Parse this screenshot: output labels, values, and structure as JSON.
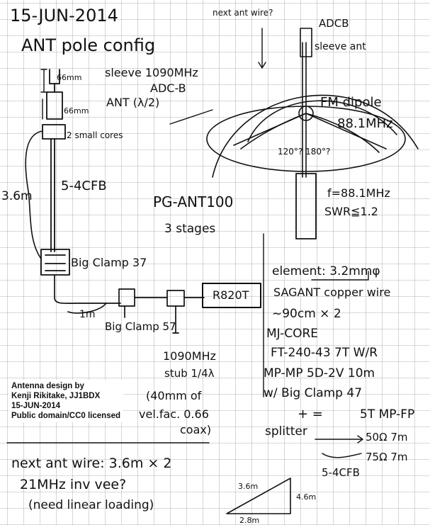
{
  "date_heading": "15-JUN-2014",
  "title": "ANT pole config",
  "top_note": "next ant wire?",
  "adcb_label": "ADCB",
  "sleeve_ant_label": "sleeve ant",
  "dim_a": "66mm",
  "dim_b": "66mm",
  "sleeve_freq": "sleeve 1090MHz",
  "sleeve_model": "ADC-B",
  "ant_half_wave": "ANT (λ/2)",
  "small_cores": "2 small cores",
  "cable_5c4": "5-4CFB",
  "pole_length": "3.6m",
  "big_clamp_top": "Big Clamp 37",
  "fm_dipole": "FM dipole",
  "fm_freq": "88.1MHz",
  "center_note": "120°? 180°?",
  "balun_freq": "f=88.1MHz",
  "balun_swr": "SWR≦1.2",
  "pg_ant": "PG-ANT100",
  "stages": "3 stages",
  "element_spec": "element: 3.2mmφ",
  "copper_wire": "SAGANT copper wire",
  "wire_length": "~90cm × 2",
  "mj_core": "MJ-CORE",
  "ferrite": "FT-240-43 7T W/R",
  "mp_cable": "MP-MP 5D-2V 10m",
  "clamp_47": "w/ Big Clamp 47",
  "turns": "5T MP-FP",
  "plus_eq": "+ =",
  "receiver": "R820T",
  "cable_short": "1m",
  "big_clamp_bottom": "Big Clamp 57",
  "freq_1090": "1090MHz",
  "quarter_wave": "stub 1/4λ",
  "coax_len": "(40mm of",
  "vel_factor": "vel.fac. 0.66",
  "coax_word": "coax)",
  "splitter": "splitter",
  "split_a": "50Ω 7m",
  "split_b": "75Ω 7m",
  "split_cable": "5-4CFB",
  "next_ant": "next ant wire: 3.6m × 2",
  "inv_vee": "21MHz inv vee?",
  "loading": "(need linear loading)",
  "tri_h": "3.6m",
  "tri_base": "2.8m",
  "tri_side": "4.6m",
  "credit": {
    "line1": "Antenna design by",
    "line2": "Kenji Rikitake, JJ1BDX",
    "line3": "15-JUN-2014",
    "line4": "Public domain/CC0 licensed"
  }
}
